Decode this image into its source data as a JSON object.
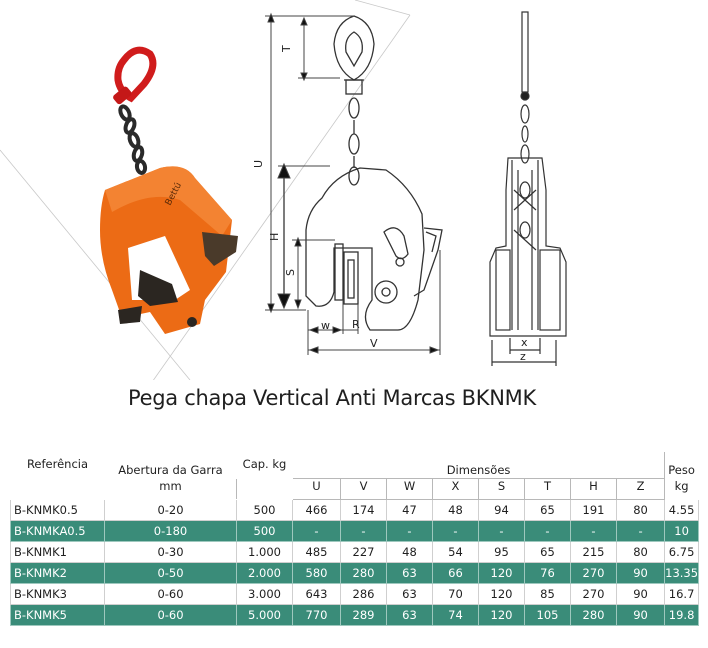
{
  "product": {
    "title": "Pega chapa Vertical Anti Marcas BKNMK",
    "brand_mark": "Bettú"
  },
  "diagram": {
    "dimension_labels": [
      "T",
      "U",
      "H",
      "S",
      "w",
      "R",
      "V",
      "x",
      "z"
    ]
  },
  "table": {
    "headers": {
      "reference": "Referência",
      "opening_line1": "Abertura da Garra",
      "opening_line2": "mm",
      "capacity": "Cap. kg",
      "dimensions": "Dimensões",
      "dims": [
        "U",
        "V",
        "W",
        "X",
        "S",
        "T",
        "H",
        "Z"
      ],
      "weight_line1": "Peso",
      "weight_line2": "kg"
    },
    "rows": [
      {
        "ref": "B-KNMK0.5",
        "opening": "0-20",
        "cap": "500",
        "dims": [
          "466",
          "174",
          "47",
          "48",
          "94",
          "65",
          "191",
          "80"
        ],
        "weight": "4.55",
        "style": "white"
      },
      {
        "ref": "B-KNMKA0.5",
        "opening": "0-180",
        "cap": "500",
        "dims": [
          "-",
          "-",
          "-",
          "-",
          "-",
          "-",
          "-",
          "-"
        ],
        "weight": "10",
        "style": "teal"
      },
      {
        "ref": "B-KNMK1",
        "opening": "0-30",
        "cap": "1.000",
        "dims": [
          "485",
          "227",
          "48",
          "54",
          "95",
          "65",
          "215",
          "80"
        ],
        "weight": "6.75",
        "style": "white"
      },
      {
        "ref": "B-KNMK2",
        "opening": "0-50",
        "cap": "2.000",
        "dims": [
          "580",
          "280",
          "63",
          "66",
          "120",
          "76",
          "270",
          "90"
        ],
        "weight": "13.35",
        "style": "teal"
      },
      {
        "ref": "B-KNMK3",
        "opening": "0-60",
        "cap": "3.000",
        "dims": [
          "643",
          "286",
          "63",
          "70",
          "120",
          "85",
          "270",
          "90"
        ],
        "weight": "16.7",
        "style": "white"
      },
      {
        "ref": "B-KNMK5",
        "opening": "0-60",
        "cap": "5.000",
        "dims": [
          "770",
          "289",
          "63",
          "74",
          "120",
          "105",
          "280",
          "90"
        ],
        "weight": "19.8",
        "style": "teal"
      }
    ]
  }
}
